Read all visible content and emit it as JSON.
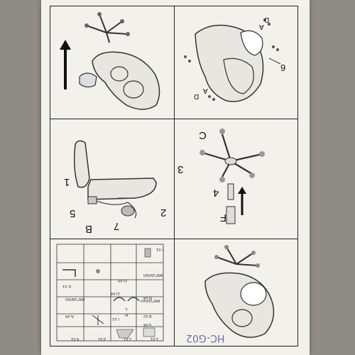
{
  "top_right_labels": {
    "d1": "D",
    "a1": "A",
    "six": "6",
    "a2": "A",
    "d2": "D"
  },
  "mid_left_labels": {
    "one": "1",
    "two": "2",
    "five": "5",
    "seven": "7",
    "b": "B"
  },
  "mid_right_labels": {
    "c": "C",
    "three": "3",
    "four": "4",
    "f": "F"
  },
  "parts_table": {
    "row1": [
      "F.x1",
      "",
      ""
    ],
    "row2": [
      "M8*20mm",
      "G.x5",
      "",
      "E.x1"
    ],
    "row3": [
      "B.x4",
      "D.x4",
      ""
    ],
    "row4": [
      "M8*30mm",
      "L",
      "R",
      "A.x4"
    ],
    "row5": [
      "6.x2",
      "7.x1",
      "M6*16mm"
    ],
    "row6": [
      "5.x4",
      "",
      ""
    ],
    "row7": [
      "1.x1",
      "2.x1",
      "3.x1",
      "4.x1"
    ]
  },
  "handwritten_note": "HC-G02"
}
